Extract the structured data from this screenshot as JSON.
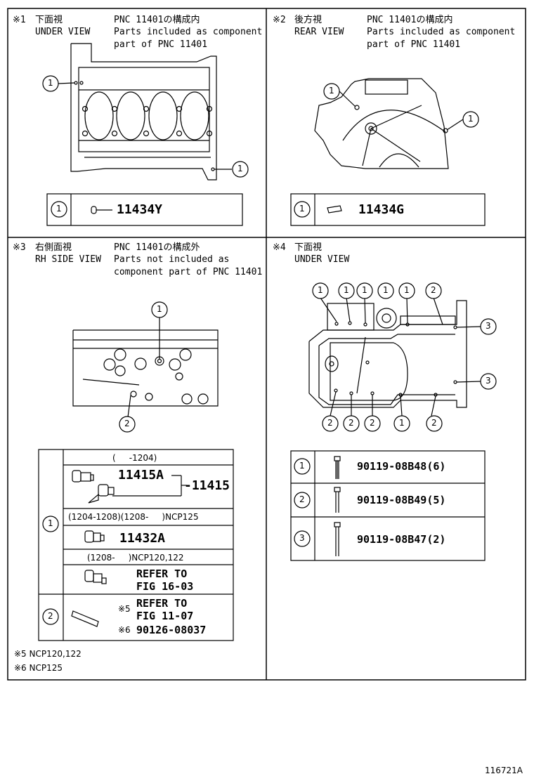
{
  "panels": {
    "p1": {
      "mark": "※1",
      "title_jp": "下面視",
      "title_en": "UNDER VIEW",
      "pnc_jp": "PNC 11401の構成内",
      "desc1": "Parts included as component",
      "desc2": "part of PNC 11401",
      "callout": "1",
      "part": "11434Y"
    },
    "p2": {
      "mark": "※2",
      "title_jp": "後方視",
      "title_en": "REAR VIEW",
      "pnc_jp": "PNC 11401の構成内",
      "desc1": "Parts included as component",
      "desc2": "part of PNC 11401",
      "callout": "1",
      "part": "11434G"
    },
    "p3": {
      "mark": "※3",
      "title_jp": "右側面視",
      "title_en": "RH SIDE VIEW",
      "pnc_jp": "PNC 11401の構成外",
      "desc1": "Parts not included as",
      "desc2": "component part of PNC 11401",
      "callout1": "1",
      "callout2": "2",
      "row1_range": "(     -1204)",
      "part_a": "11415A",
      "part_assy": "-11415",
      "row2_range": "(1204-1208)(1208-     )NCP125",
      "part_b": "11432A",
      "row3_range": "(1208-     )NCP120,122",
      "refer_a1": "REFER TO",
      "refer_a2": "FIG 16-03",
      "mark5": "※5",
      "refer_b1": "REFER TO",
      "refer_b2": "FIG 11-07",
      "mark6": "※6",
      "part_c": "90126-08037",
      "note5": "※5 NCP120,122",
      "note6": "※6 NCP125"
    },
    "p4": {
      "mark": "※4",
      "title_jp": "下面視",
      "title_en": "UNDER VIEW",
      "callout1": "1",
      "callout2": "2",
      "callout3": "3",
      "bolt1": "90119-08B48(6)",
      "bolt2": "90119-08B49(5)",
      "bolt3": "90119-08B47(2)"
    }
  },
  "figure_id": "116721A"
}
